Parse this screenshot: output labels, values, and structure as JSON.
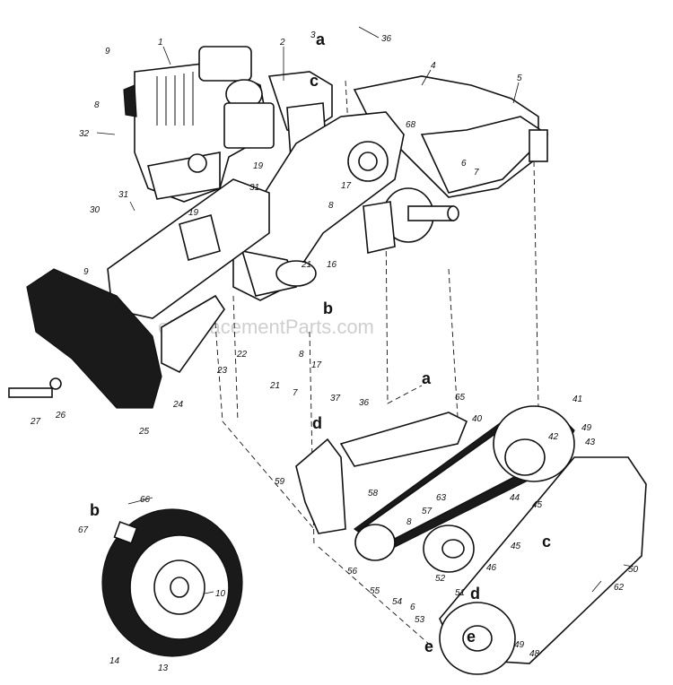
{
  "watermark": "eReplacementParts.com",
  "letters": [
    "a",
    "c",
    "b",
    "a",
    "d",
    "c",
    "b",
    "d",
    "e",
    "e"
  ],
  "labels": [
    "1",
    "2",
    "3",
    "36",
    "4",
    "5",
    "9",
    "8",
    "32",
    "68",
    "6",
    "7",
    "19",
    "31",
    "17",
    "8",
    "30",
    "21",
    "16",
    "9",
    "27",
    "26",
    "25",
    "24",
    "23",
    "22",
    "21",
    "7",
    "8",
    "17",
    "36",
    "65",
    "37",
    "40",
    "41",
    "42",
    "49",
    "43",
    "59",
    "58",
    "63",
    "44",
    "8",
    "57",
    "45",
    "45",
    "66",
    "67",
    "10",
    "14",
    "13",
    "56",
    "55",
    "54",
    "6",
    "53",
    "52",
    "51",
    "46",
    "50",
    "62",
    "49",
    "48",
    "19",
    "31"
  ]
}
